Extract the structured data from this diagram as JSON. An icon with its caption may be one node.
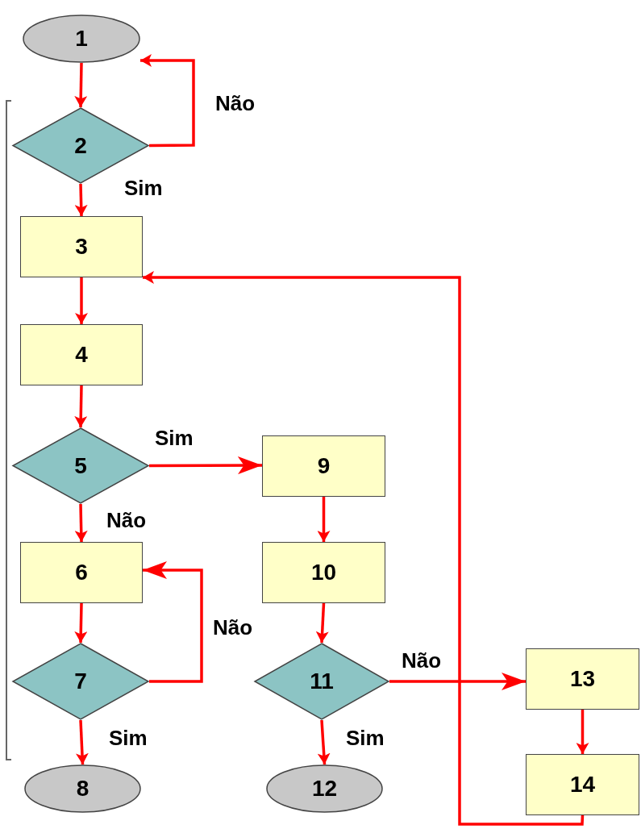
{
  "diagram": {
    "nodes": [
      {
        "text": [
          "1"
        ]
      },
      {
        "text": [
          "2"
        ]
      },
      {
        "text": [
          "3"
        ]
      },
      {
        "text": [
          "4"
        ]
      },
      {
        "text": [
          "5"
        ]
      },
      {
        "text": [
          "6"
        ]
      },
      {
        "text": [
          "7"
        ]
      },
      {
        "text": [
          "8"
        ]
      },
      {
        "text": [
          "9"
        ]
      },
      {
        "text": [
          "10"
        ]
      },
      {
        "text": [
          "11"
        ]
      },
      {
        "text": [
          "12"
        ]
      },
      {
        "text": [
          "13"
        ]
      },
      {
        "text": [
          "14"
        ]
      }
    ],
    "edges": [
      {
        "from": 0,
        "to": 1,
        "arrow": "to"
      },
      {
        "from": 1,
        "to": 0,
        "arrow": "to",
        "label": "Não"
      },
      {
        "from": 1,
        "to": 2,
        "arrow": "to",
        "label": "Sim"
      },
      {
        "from": 2,
        "to": 3,
        "arrow": "to"
      },
      {
        "from": 3,
        "to": 4,
        "arrow": "to"
      },
      {
        "from": 4,
        "to": 8,
        "arrow": "to",
        "label": "Sim"
      },
      {
        "from": 4,
        "to": 5,
        "arrow": "to",
        "label": "Não"
      },
      {
        "from": 5,
        "to": 6,
        "arrow": "to"
      },
      {
        "from": 6,
        "to": 5,
        "arrow": "to",
        "label": "Não"
      },
      {
        "from": 6,
        "to": 7,
        "arrow": "to",
        "label": "Sim"
      },
      {
        "from": 8,
        "to": 9,
        "arrow": "to"
      },
      {
        "from": 9,
        "to": 10,
        "arrow": "to"
      },
      {
        "from": 10,
        "to": 12,
        "arrow": "to",
        "label": "Não"
      },
      {
        "from": 10,
        "to": 11,
        "arrow": "to",
        "label": "Sim"
      },
      {
        "from": 12,
        "to": 13,
        "arrow": "to"
      },
      {
        "from": 13,
        "to": 2,
        "arrow": "to"
      }
    ]
  }
}
